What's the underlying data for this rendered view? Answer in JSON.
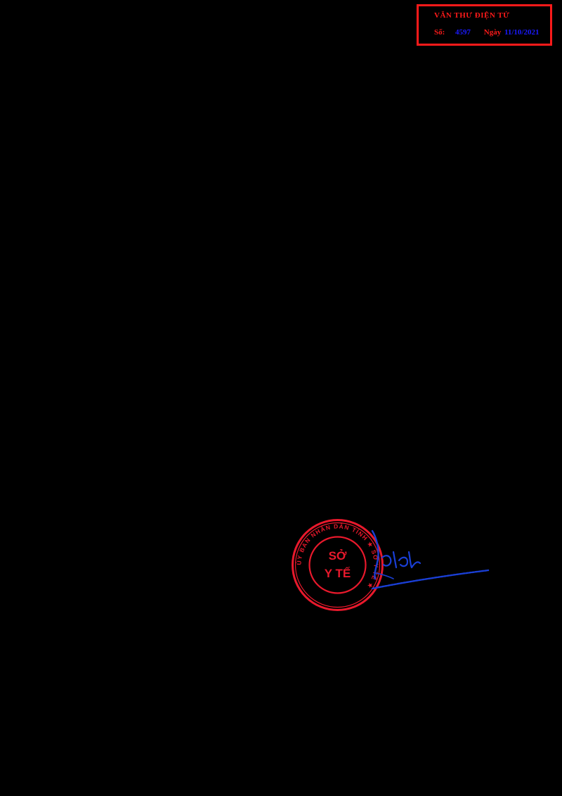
{
  "document": {
    "background_color": "#000000"
  },
  "arrival_stamp": {
    "title": "VĂN THƯ ĐIỆN TỬ",
    "number_label": "Số:",
    "number_value": "4597",
    "date_label": "Ngày",
    "date_value": "11/10/2021",
    "border_color": "#ff1a1a",
    "label_color": "#ff1a1a",
    "value_color": "#1a1aff"
  },
  "official_seal": {
    "center_line_1": "SỞ",
    "center_line_2": "Y TẾ",
    "ring_text": "ỦY BAN NHÂN DÂN TỈNH ★ SỞ Y TẾ ★",
    "color": "#e8192c"
  },
  "signature": {
    "color": "#1a3fd6"
  }
}
